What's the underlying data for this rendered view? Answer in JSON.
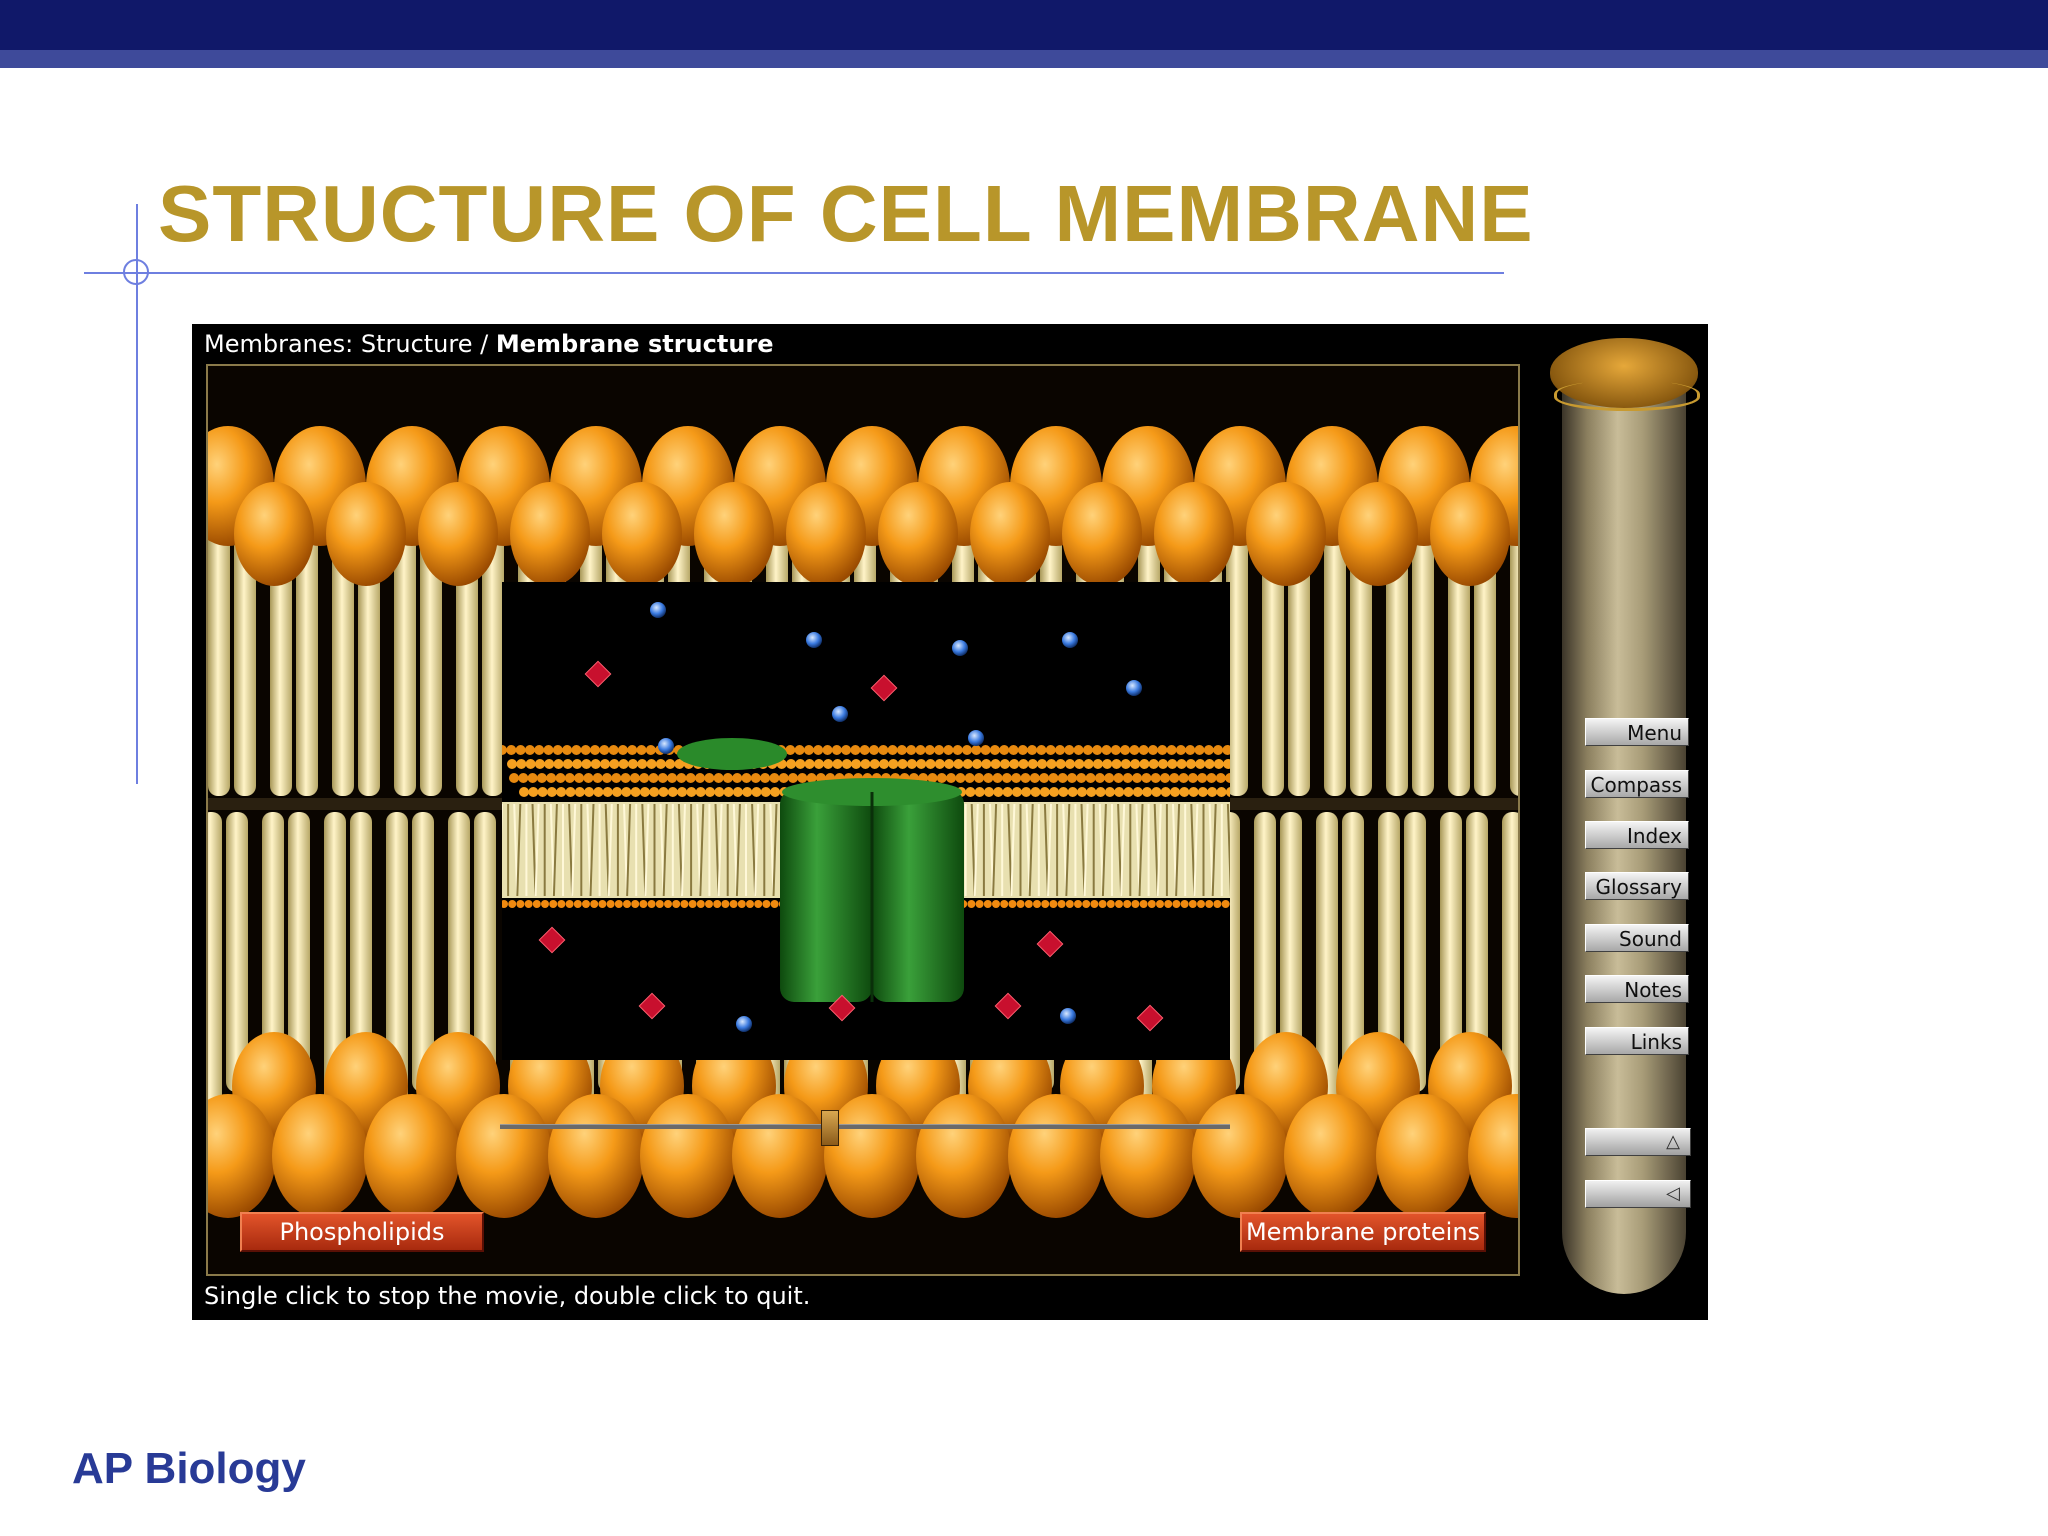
{
  "slide": {
    "title": "STRUCTURE OF CELL MEMBRANE",
    "footer": "AP Biology"
  },
  "app": {
    "breadcrumb_section": "Membranes: Structure / ",
    "breadcrumb_page": "Membrane structure",
    "status": "Single click to stop the movie, double click to quit.",
    "labels": {
      "left": "Phospholipids",
      "right": "Membrane proteins"
    },
    "playback_progress_percent": 45,
    "nav": {
      "menu": "Menu",
      "compass": "Compass",
      "index": "Index",
      "glossary": "Glossary",
      "sound": "Sound",
      "notes": "Notes",
      "links": "Links"
    },
    "icons": {
      "up": "triangle-up-icon",
      "back": "triangle-left-icon"
    }
  },
  "colors": {
    "title": "#b8962a",
    "footer": "#283a96",
    "topbar": "#101869",
    "accent_line": "#6e7fe0",
    "phospholipid_head": "#f08a10",
    "phospholipid_tail": "#efe0a0",
    "channel_protein": "#2a8a2a"
  }
}
